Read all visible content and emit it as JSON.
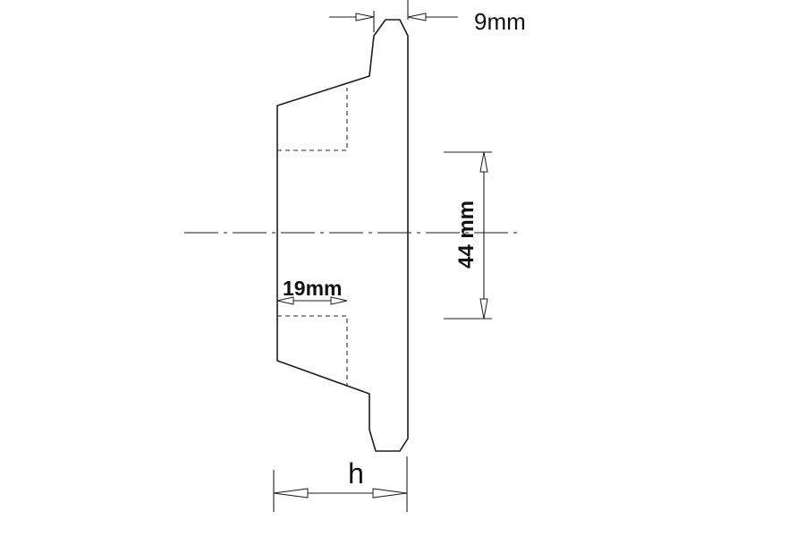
{
  "dimensions": {
    "tooth_width": "9mm",
    "bore_radius": "44 mm",
    "hub_depth": "19mm",
    "overall_width": "h"
  }
}
